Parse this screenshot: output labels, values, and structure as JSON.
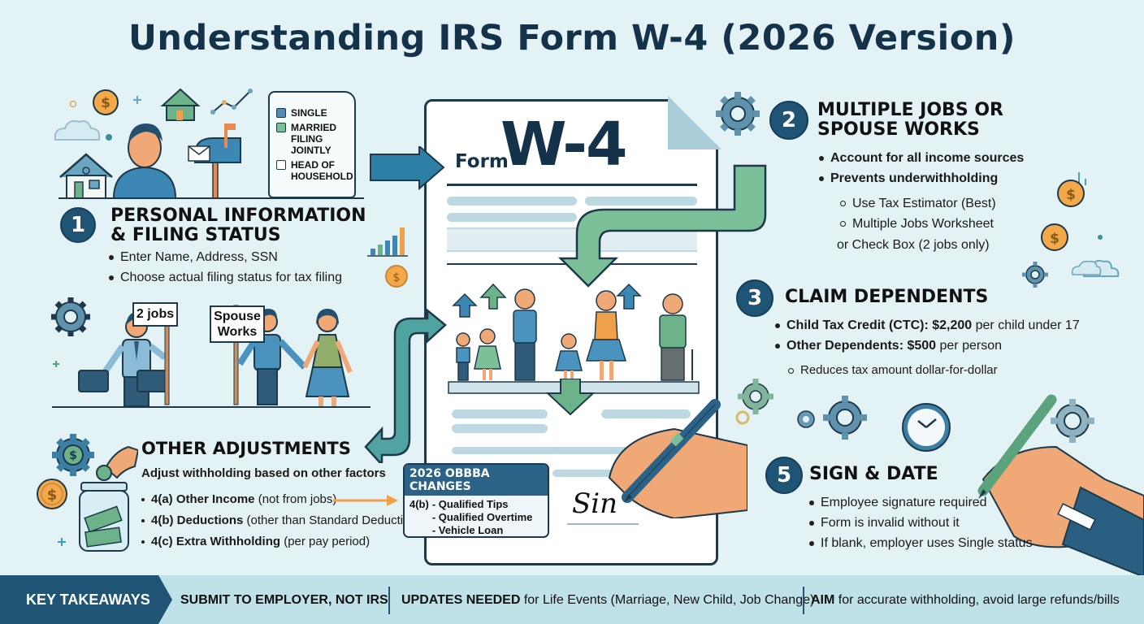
{
  "title": "Understanding IRS Form W-4 (2026 Version)",
  "form": {
    "prefix": "Form",
    "name": "W-4",
    "signature": "Sin"
  },
  "filing_status_scroll": {
    "options": [
      {
        "label": "SINGLE",
        "state": "filled"
      },
      {
        "label": "MARRIED FILING JOINTLY",
        "state": "checked"
      },
      {
        "label": "HEAD OF HOUSEHOLD",
        "state": "empty"
      }
    ]
  },
  "signs": {
    "two_jobs": "2 jobs",
    "spouse_works_line1": "Spouse",
    "spouse_works_line2": "Works"
  },
  "sections": {
    "step1": {
      "number": "1",
      "title_line1": "PERSONAL INFORMATION",
      "title_line2": "& FILING STATUS",
      "bullets": [
        "Enter Name, Address, SSN",
        "Choose actual filing status for tax filing"
      ]
    },
    "step2": {
      "number": "2",
      "title_line1": "MULTIPLE JOBS OR",
      "title_line2": "SPOUSE WORKS",
      "bullets": [
        "Account for all income sources",
        "Prevents underwithholding"
      ],
      "sub_bullets": [
        "Use Tax Estimator (Best)",
        "Multiple Jobs Worksheet"
      ],
      "continuation": "or Check Box (2 jobs only)"
    },
    "step3": {
      "number": "3",
      "title": "CLAIM DEPENDENTS",
      "bullets": [
        {
          "bold": "Child Tax Credit (CTC): $2,200",
          "rest": " per child under 17"
        },
        {
          "bold": "Other Dependents: $500",
          "rest": " per person"
        }
      ],
      "sub_bullet": "Reduces tax amount dollar-for-dollar"
    },
    "step4": {
      "title": "OTHER ADJUSTMENTS",
      "subtitle": "Adjust withholding based on other factors",
      "bullets": [
        {
          "bold": "4(a) Other Income",
          "rest": " (not from jobs)"
        },
        {
          "bold": "4(b) Deductions",
          "rest": " (other than Standard Deduction)"
        },
        {
          "bold": "4(c) Extra Withholding",
          "rest": " (per pay period)"
        }
      ]
    },
    "step5": {
      "number": "5",
      "title": "SIGN & DATE",
      "bullets": [
        "Employee signature required",
        "Form is invalid without it",
        "If blank, employer uses Single status"
      ]
    }
  },
  "obbba": {
    "header": "2026 OBBBA CHANGES",
    "prefix": "4(b)",
    "items": [
      "- Qualified Tips",
      "- Qualified Overtime",
      "- Vehicle Loan Interest"
    ]
  },
  "footer": {
    "label": "KEY TAKEAWAYS",
    "item1": "SUBMIT TO EMPLOYER, NOT IRS",
    "item2_bold": "UPDATES NEEDED",
    "item2_rest": " for Life Events (Marriage, New Child, Job Change)",
    "item3_bold": "AIM",
    "item3_rest": " for accurate withholding, avoid large refunds/bills"
  },
  "colors": {
    "background": "#e3f2f5",
    "navy": "#1f5475",
    "title": "#14324a",
    "green_arrow": "#6db38a",
    "teal_arrow": "#4fa3a0",
    "blue_arrow": "#2e7fa6",
    "orange": "#f0a04b",
    "coin": "#f3a84a"
  }
}
